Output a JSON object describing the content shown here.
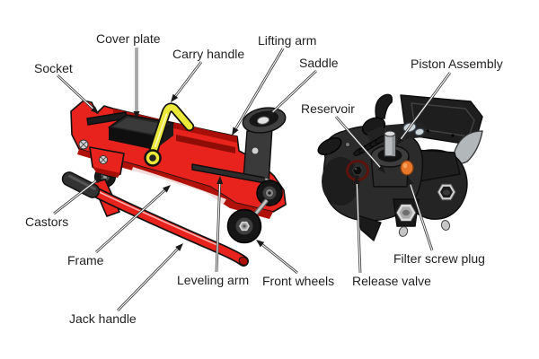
{
  "figure": {
    "labels": {
      "cover_plate": "Cover plate",
      "carry_handle": "Carry handle",
      "socket": "Socket",
      "lifting_arm": "Lifting arm",
      "saddle": "Saddle",
      "piston_assembly": "Piston Assembly",
      "reservoir": "Reservoir",
      "castors": "Castors",
      "frame": "Frame",
      "leveling_arm": "Leveling arm",
      "front_wheels": "Front wheels",
      "release_valve": "Release valve",
      "filter_screw_plug": "Filter screw plug",
      "jack_handle": "Jack handle"
    },
    "colors": {
      "background": "#ffffff",
      "jack_red": "#e8231d",
      "jack_red_dark": "#b01109",
      "handle_yellow": "#ece83a",
      "part_charcoal": "#2b2b2b",
      "plug_orange": "#e8772a",
      "label_text": "#1f1f1f"
    }
  }
}
